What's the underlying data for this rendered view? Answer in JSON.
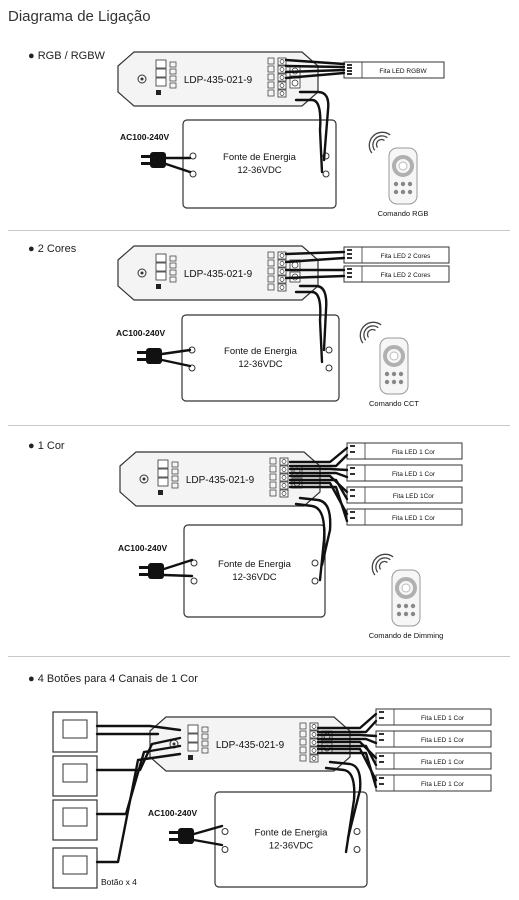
{
  "title": "Diagrama de Ligação",
  "controller_model": "LDP-435-021-9",
  "psu_label_line1": "Fonte de Energia",
  "psu_label_line2": "12-36VDC",
  "ac_label": "AC100-240V",
  "sections": [
    {
      "title": "● RGB / RGBW",
      "strips": [
        "Fita LED RGBW"
      ],
      "remote_label": "Comando RGB"
    },
    {
      "title": "● 2 Cores",
      "strips": [
        "Fita LED 2 Cores",
        "Fita LED 2 Cores"
      ],
      "remote_label": "Comando CCT"
    },
    {
      "title": "● 1 Cor",
      "strips": [
        "Fita LED 1 Cor",
        "Fita LED 1 Cor",
        "Fita LED 1Cor",
        "Fita LED 1 Cor"
      ],
      "remote_label": "Comando de Dimming"
    },
    {
      "title": "● 4 Botões para 4 Canais de 1 Cor",
      "strips": [
        "Fita LED 1 Cor",
        "Fita LED 1 Cor",
        "Fita LED 1 Cor",
        "Fita LED 1 Cor"
      ],
      "button_label": "Botão x 4"
    }
  ]
}
